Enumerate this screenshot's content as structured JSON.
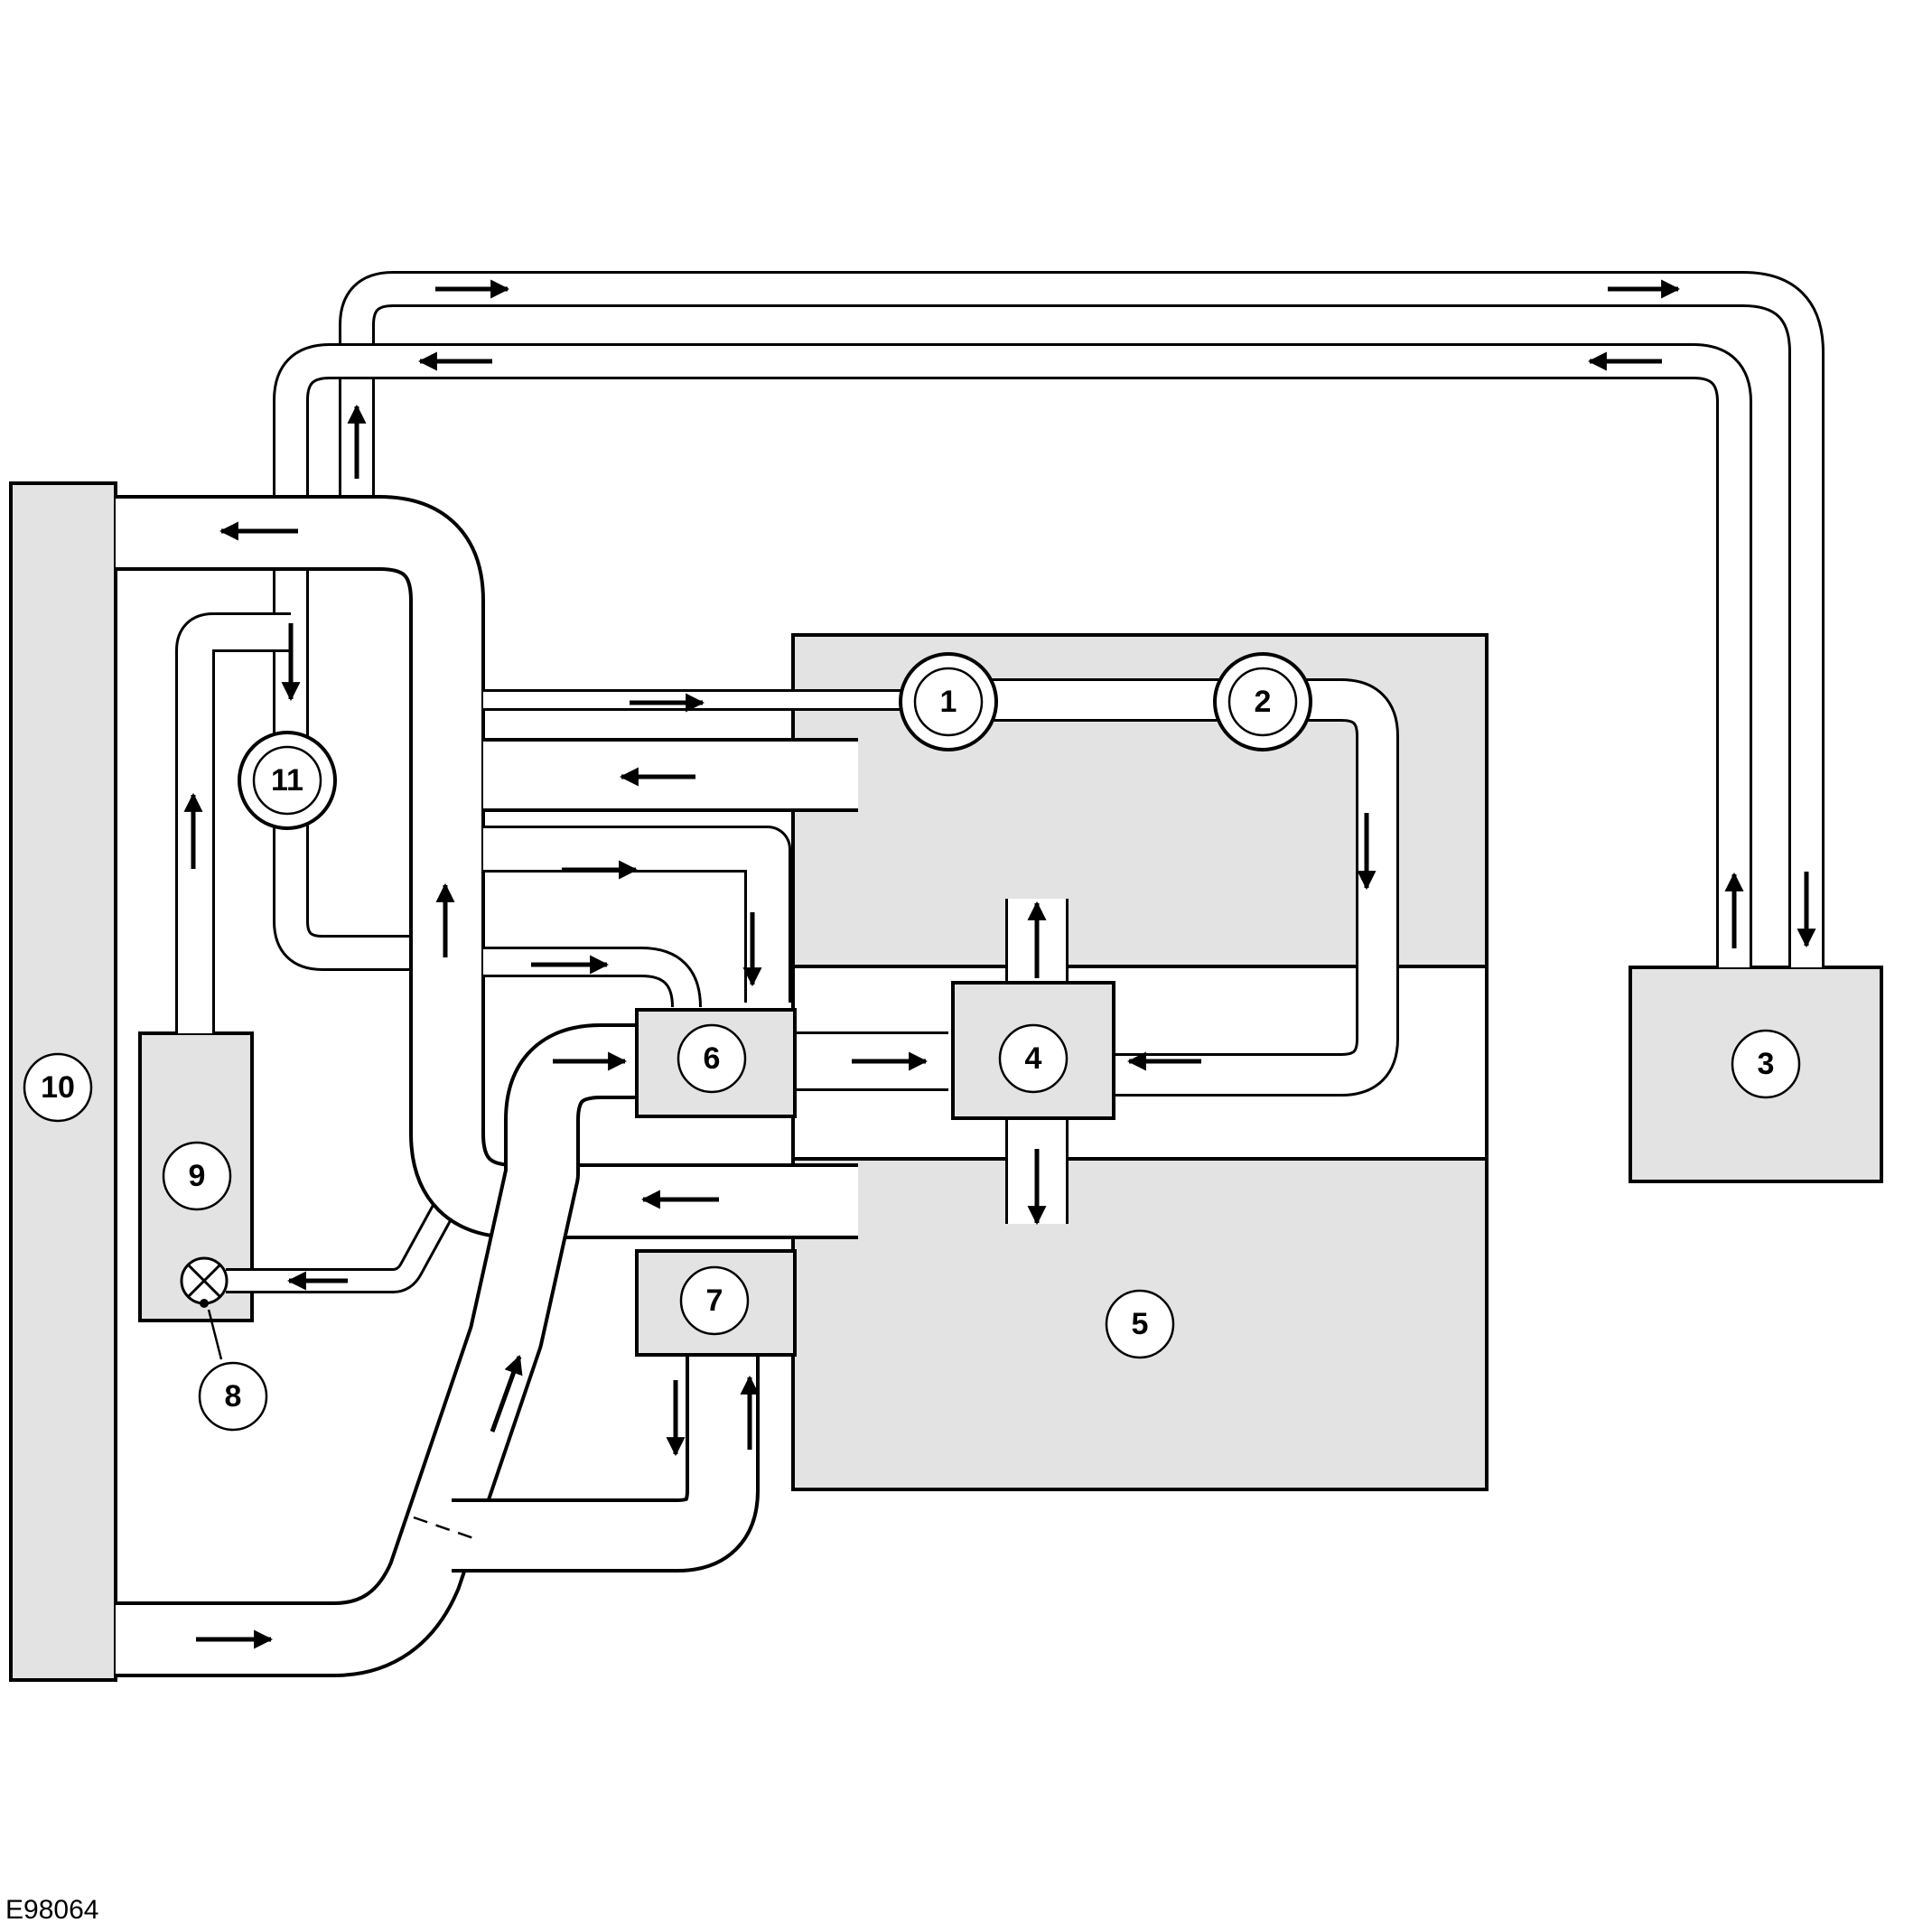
{
  "figure": {
    "reference_code": "E98064",
    "colors": {
      "component_fill": "#e3e3e3",
      "line": "#000000",
      "background": "#ffffff"
    },
    "callouts": [
      "1",
      "2",
      "3",
      "4",
      "5",
      "6",
      "7",
      "8",
      "9",
      "10",
      "11"
    ]
  }
}
